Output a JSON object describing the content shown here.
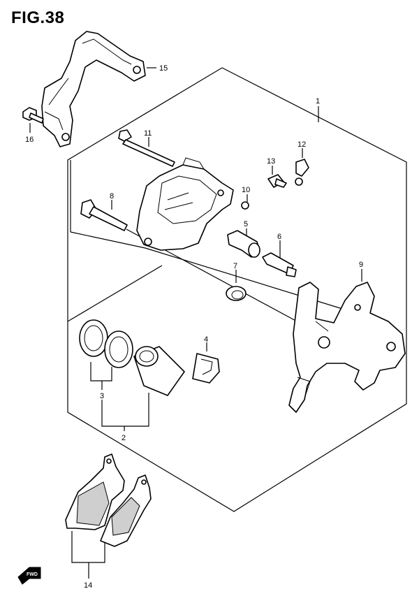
{
  "figure": {
    "title": "FIG.38"
  },
  "callouts": {
    "c1": "1",
    "c2": "2",
    "c3": "3",
    "c4": "4",
    "c5": "5",
    "c6": "6",
    "c7": "7",
    "c8": "8",
    "c9": "9",
    "c10": "10",
    "c11": "11",
    "c12": "12",
    "c13": "13",
    "c14": "14",
    "c15": "15",
    "c16": "16"
  },
  "direction_badge": {
    "label": "FWD"
  }
}
